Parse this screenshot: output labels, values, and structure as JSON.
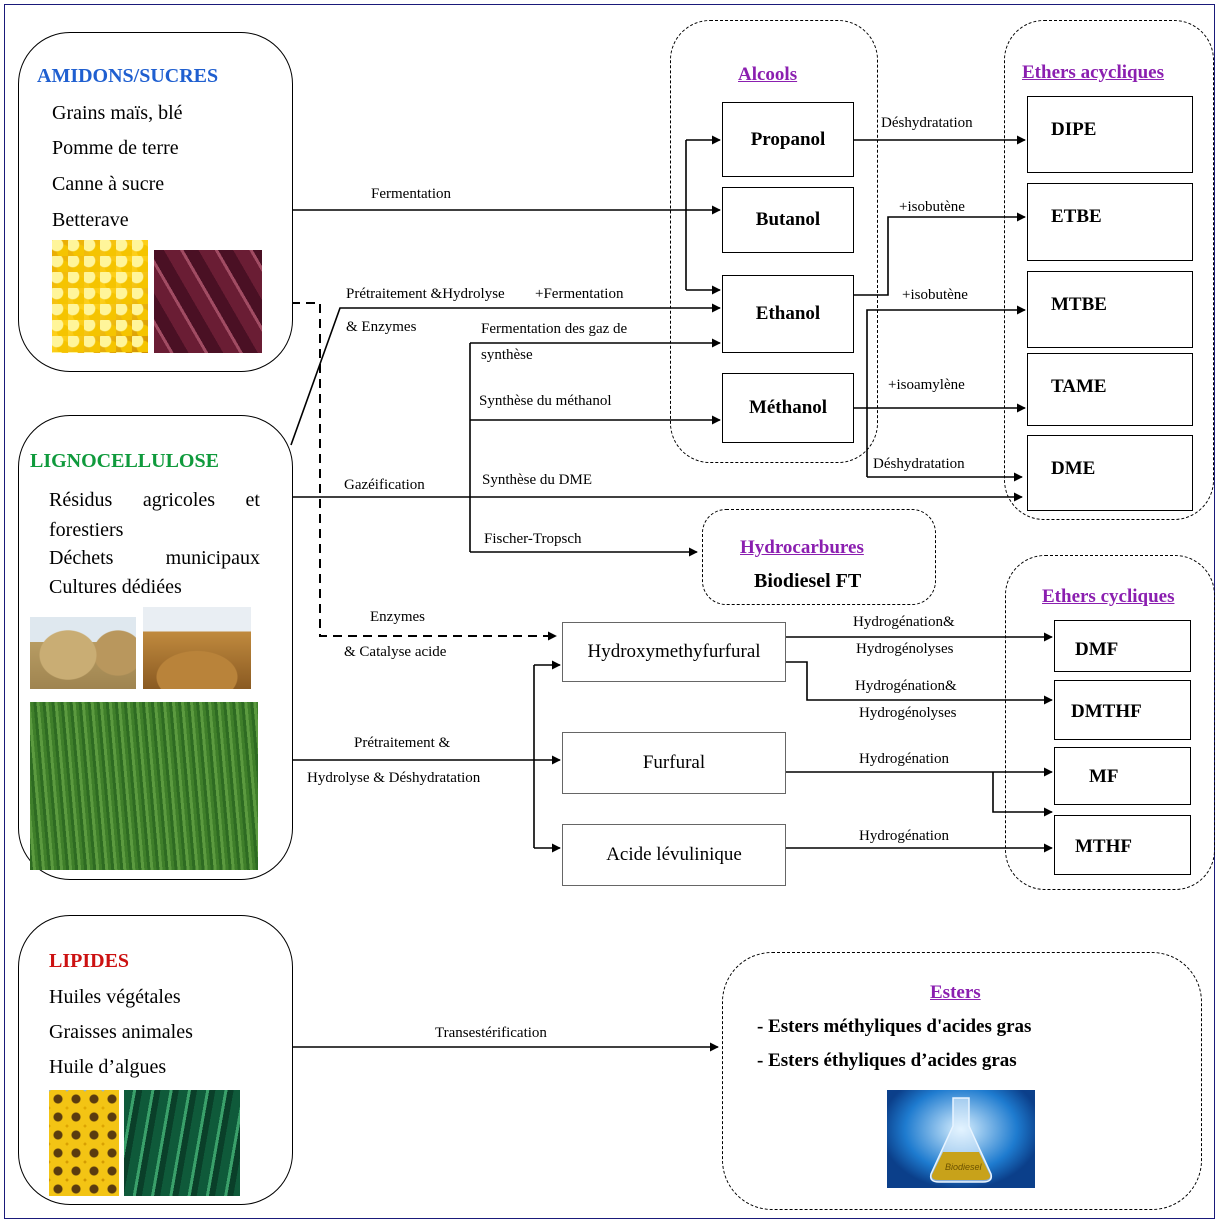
{
  "sources": {
    "amidons": {
      "title": "AMIDONS/SUCRES",
      "color": "#1f5fd0",
      "items": [
        "Grains maïs, blé",
        "Pomme de terre",
        "Canne à sucre",
        "Betterave"
      ]
    },
    "ligno": {
      "title": "LIGNOCELLULOSE",
      "color": "#0f9a3c",
      "items": [
        "Résidus agricoles et forestiers",
        "Déchets municipaux",
        "Cultures dédiées"
      ]
    },
    "lipides": {
      "title": "LIPIDES",
      "color": "#cc1111",
      "items": [
        "Huiles végétales",
        "Graisses animales",
        "Huile d’algues"
      ]
    }
  },
  "groups": {
    "alcools": "Alcools",
    "ethers_acycliques": "Ethers acycliques",
    "hydrocarbures": "Hydrocarbures",
    "ethers_cycliques": "Ethers cycliques",
    "esters": "Esters"
  },
  "nodes": {
    "propanol": "Propanol",
    "butanol": "Butanol",
    "ethanol": "Ethanol",
    "methanol": "Méthanol",
    "dipe": "DIPE",
    "etbe": "ETBE",
    "mtbe": "MTBE",
    "tame": "TAME",
    "dme": "DME",
    "biodiesel_ft": "Biodiesel FT",
    "hmf": "Hydroxymethyfurfural",
    "furfural": "Furfural",
    "levulinique": "Acide lévulinique",
    "dmf": "DMF",
    "dmthf": "DMTHF",
    "mf": "MF",
    "mthf": "MTHF"
  },
  "esters_lines": [
    "- Esters méthyliques d'acides gras",
    "- Esters éthyliques d’acides gras"
  ],
  "flask_label": "Biodiesel",
  "labels": {
    "fermentation": "Fermentation",
    "pretraitement_hydrolyse": "Prétraitement &Hydrolyse",
    "plus_fermentation": "+Fermentation",
    "et_enzymes": "& Enzymes",
    "ferm_gaz_1": "Fermentation des gaz de",
    "ferm_gaz_2": "synthèse",
    "synth_methanol": "Synthèse du méthanol",
    "gazeification": "Gazéification",
    "synth_dme": "Synthèse du DME",
    "fischer": "Fischer-Tropsch",
    "enzymes": "Enzymes",
    "catalyse": "& Catalyse acide",
    "pretr2_1": "Prétraitement &",
    "pretr2_2": "Hydrolyse & Déshydratation",
    "deshydratation_1": "Déshydratation",
    "isobutene_1": "+isobutène",
    "isobutene_2": "+isobutène",
    "isoamylene": "+isoamylène",
    "deshydratation_2": "Déshydratation",
    "hydrog_hydrogenolyses_1a": "Hydrogénation&",
    "hydrog_hydrogenolyses_1b": "Hydrogénolyses",
    "hydrog_hydrogenolyses_2a": "Hydrogénation&",
    "hydrog_hydrogenolyses_2b": "Hydrogénolyses",
    "hydrogenation_1": "Hydrogénation",
    "hydrogenation_2": "Hydrogénation",
    "transesterification": "Transestérification"
  },
  "colors": {
    "group_title": "#8b1fb0",
    "frame": "#1a1a7a"
  }
}
